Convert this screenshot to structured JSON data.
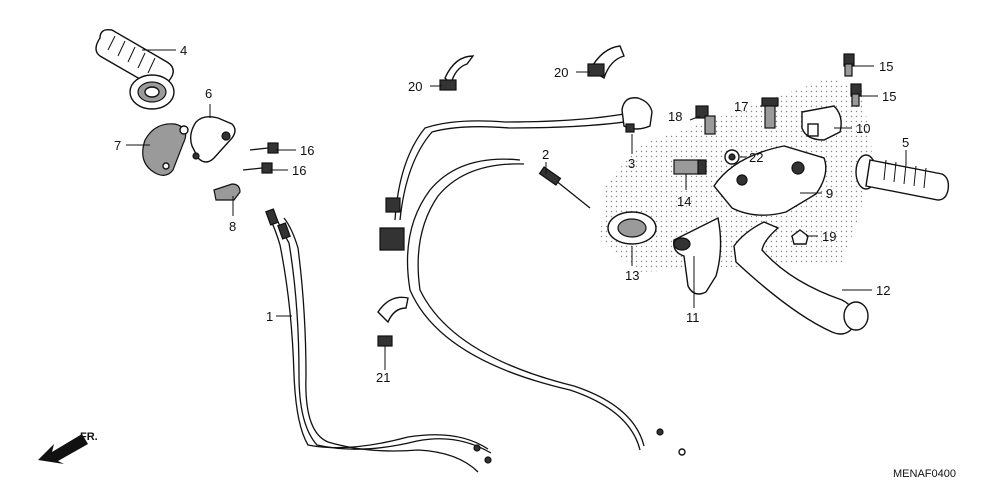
{
  "diagram": {
    "callouts": {
      "c1": "1",
      "c2": "2",
      "c3": "3",
      "c4": "4",
      "c5": "5",
      "c6": "6",
      "c7": "7",
      "c8": "8",
      "c9": "9",
      "c10": "10",
      "c11": "11",
      "c12": "12",
      "c13": "13",
      "c14": "14",
      "c15a": "15",
      "c15b": "15",
      "c16a": "16",
      "c16b": "16",
      "c17": "17",
      "c18": "18",
      "c19": "19",
      "c20a": "20",
      "c20b": "20",
      "c21": "21",
      "c22": "22"
    },
    "direction_label": "FR.",
    "figure_code": "MENAF0400"
  }
}
